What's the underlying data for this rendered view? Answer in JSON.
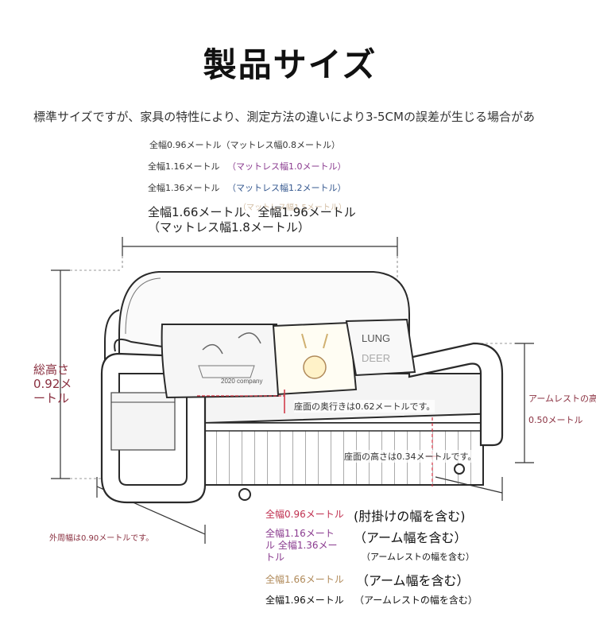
{
  "title": "製品サイズ",
  "note": "標準サイズですが、家具の特性により、測定方法の違いにより3-5CMの誤差が生じる場合があ",
  "width_options": {
    "w096": "全幅0.96メートル（マットレス幅0.8メートル）",
    "w116": "全幅1.16メートル",
    "w116_mattress": "（マットレス幅1.0メートル）",
    "w136": "全幅1.36メートル",
    "w136_mattress": "（マットレス幅1.2メートル）",
    "w156_faded": "（マットレス幅1.5メートル）",
    "w166_196": "全幅1.66メートル、全幅1.96メートル（マットレス幅1.8メートル）"
  },
  "dimensions": {
    "total_height": "総高さ0.92メートル",
    "seat_depth": "座面の奥行きは0.62メートルです。",
    "seat_height": "座面の高さは0.34メートルです。",
    "armrest_height_label": "アームレストの高さ",
    "armrest_height_value": "0.50メートル",
    "outer_width": "外周幅は0.90メートルです。"
  },
  "bottom_specs": {
    "w096_label": "全幅0.96メートル",
    "w096_note": "(肘掛けの幅を含む)",
    "w116_136_label": "全幅1.16メートル 全幅1.36メートル",
    "w116_136_note": "（アーム幅を含む）",
    "w116_136_subnote": "（アームレストの幅を含む）",
    "w166_label": "全幅1.66メートル",
    "w166_note": "（アーム幅を含む）",
    "w196_label": "全幅1.96メートル",
    "w196_note": "（アームレストの幅を含む）"
  },
  "pillows": {
    "left_text": "2020 company",
    "right_text_1": "LUNG",
    "right_text_2": "DEER"
  },
  "colors": {
    "measure_red": "#d03040",
    "purple": "#8a3b8f",
    "blue": "#35588f",
    "tan": "#b08a5a",
    "outline": "#2a2a2a"
  }
}
